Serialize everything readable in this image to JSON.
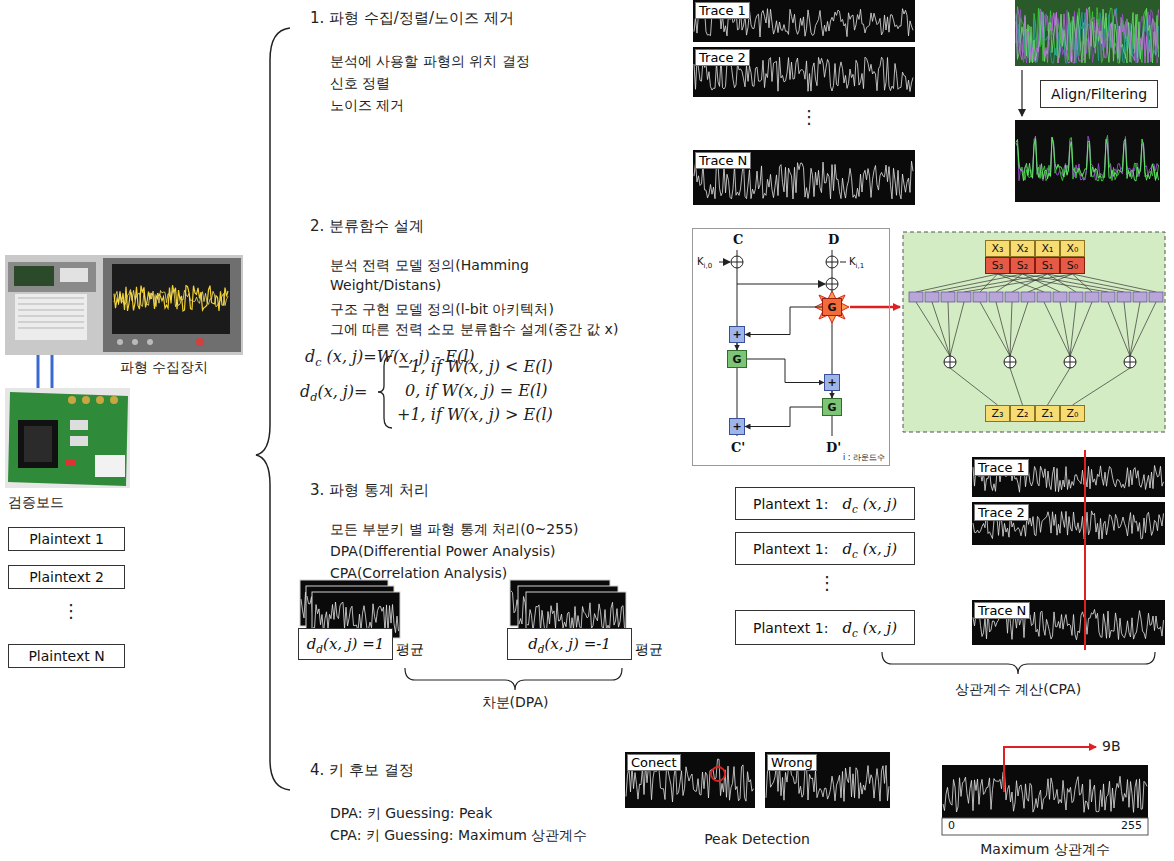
{
  "diagram": {
    "nodes": [
      {
        "text": [
          "Plaintext 1"
        ]
      },
      {
        "text": [
          "Plaintext 2"
        ]
      },
      {
        "text": [
          "Plaintext N"
        ]
      },
      {
        "text": [
          "Trace 1"
        ]
      },
      {
        "text": [
          "Trace 2"
        ]
      },
      {
        "text": [
          "Trace N"
        ]
      },
      {
        "text": [
          "Align/Filtering"
        ]
      },
      {
        "text": [
          "C",
          "D",
          "Ki,0",
          "Ki,1",
          "C'",
          "D'",
          "i : 라운드수"
        ]
      },
      {
        "text": [
          "G"
        ],
        "in": 7
      },
      {
        "text": [
          "+"
        ],
        "in": 7
      },
      {
        "text": [
          "G"
        ],
        "in": 7
      },
      {
        "text": [
          "+"
        ],
        "in": 7
      },
      {
        "text": [
          "G"
        ],
        "in": 7
      },
      {
        "text": [
          "+"
        ],
        "in": 7
      },
      {
        "text": [
          "X₃"
        ]
      },
      {
        "text": [
          "X₂"
        ]
      },
      {
        "text": [
          "X₁"
        ]
      },
      {
        "text": [
          "X₀"
        ]
      },
      {
        "text": [
          "S₃"
        ]
      },
      {
        "text": [
          "S₂"
        ]
      },
      {
        "text": [
          "S₁"
        ]
      },
      {
        "text": [
          "S₀"
        ]
      },
      {
        "text": [
          "Z₃"
        ]
      },
      {
        "text": [
          "Z₂"
        ]
      },
      {
        "text": [
          "Z₁"
        ]
      },
      {
        "text": [
          "Z₀"
        ]
      },
      {
        "text": [
          "dd(x, j) =1",
          "평균"
        ]
      },
      {
        "text": [
          "dd(x, j) =-1",
          "평균"
        ]
      },
      {
        "text": [
          "Plantext 1:",
          "dc (x, j)"
        ]
      },
      {
        "text": [
          "Plantext 1:",
          "dc (x, j)"
        ]
      },
      {
        "text": [
          "Plantext 1:",
          "dc (x, j)"
        ]
      },
      {
        "text": [
          "Trace 1"
        ]
      },
      {
        "text": [
          "Trace 2"
        ]
      },
      {
        "text": [
          "Trace N"
        ]
      },
      {
        "text": [
          "Conect"
        ]
      },
      {
        "text": [
          "Wrong"
        ]
      },
      {
        "text": [
          "0",
          "255"
        ]
      }
    ],
    "edges": [
      {
        "from": 8,
        "to": 9,
        "arrow": "to"
      },
      {
        "from": 9,
        "to": 10,
        "arrow": "to"
      },
      {
        "from": 10,
        "to": 11,
        "arrow": "to"
      },
      {
        "from": 11,
        "to": 12,
        "arrow": "to"
      },
      {
        "from": 12,
        "to": 13,
        "arrow": "to"
      }
    ],
    "labels": [
      "파형 수집장치",
      "검증보드",
      "⋮",
      "1. 파형 수집/정렬/노이즈 제거",
      "분석에 사용할 파형의 위치 결정",
      "신호 정렬",
      "노이즈 제거",
      "⋮",
      "2. 분류함수 설계",
      "분석 전력 모델 정의(Hamming Weight/Distans)",
      "구조 구현 모델 정의(l-bit 아키텍처)",
      "그에 따른 전력 소모 분류함수 설계(중간 값 x)",
      "dc (x, j)=W(x, j) - E(l)",
      "dd(x, j)=",
      "−1, if W(x, j) < E(l)",
      "0, if W(x, j) = E(l)",
      "+1, if W(x, j) > E(l)",
      "3. 파형 통계 처리",
      "모든 부분키 별 파형 통계 처리(0~255)",
      "DPA(Differential Power Analysis)",
      "CPA(Correlation Analysis)",
      "차분(DPA)",
      "⋮",
      "상관계수 계산(CPA)",
      "4. 키 후보 결정",
      "DPA: 키 Guessing: Peak",
      "CPA: 키 Guessing: Maximum 상관계수",
      "Peak Detection",
      "9B",
      "Maximum 상관계수"
    ]
  }
}
